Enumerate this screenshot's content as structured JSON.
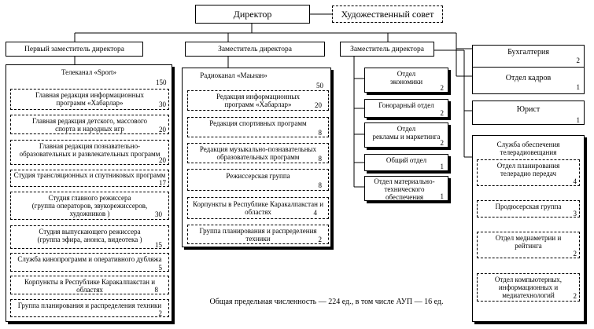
{
  "director": "Директор",
  "art_council": "Художественный совет",
  "deputies": {
    "first": "Первый заместитель директора",
    "second": "Заместитель директора",
    "third": "Заместитель директора"
  },
  "tv": {
    "name": "Телеканал «Sport»",
    "total": "150",
    "units": [
      {
        "name": "Главная редакция информационных\nпрограмм «Хабарлар»",
        "count": "30"
      },
      {
        "name": "Главная редакция детского, массового\nспорта и народных игр",
        "count": "20"
      },
      {
        "name": "Главная редакция познавательно-\nобразовательных и развлекательных программ",
        "count": "20"
      },
      {
        "name": "Студия трансляционных и спутниковых программ",
        "count": "17"
      },
      {
        "name": "Студия главного режиссера\n(группа операторов, звукорежиссеров,\nхудожников )",
        "count": "30"
      },
      {
        "name": "Студия выпускающего режиссера\n(группа эфира, анонса, видеотека )",
        "count": "15"
      },
      {
        "name": "Служба кинопрограмм и оперативного дубляжа",
        "count": "5"
      },
      {
        "name": "Корпункты в Республике Каракалпакстан и\nобластях",
        "count": "8"
      },
      {
        "name": "Группа планирования и распределения техники",
        "count": "2"
      }
    ]
  },
  "radio": {
    "name": "Радиоканал «Маьнан»",
    "total": "50",
    "units": [
      {
        "name": "Редакция информационных\nпрограмм «Хабарлар»",
        "count": "20"
      },
      {
        "name": "Редакция спортивных программ",
        "count": "8"
      },
      {
        "name": "Редакция музыкально-познавательных\nобразовательных программ",
        "count": "8"
      },
      {
        "name": "Режиссерская группа",
        "count": "8"
      },
      {
        "name": "Корпункты в Республике Каракалпакстан и\nобластях",
        "count": "4"
      },
      {
        "name": "Группа планирования и распределения\nтехники",
        "count": "2"
      }
    ]
  },
  "depts": [
    {
      "name": "Отдел\nэкономики",
      "count": "2"
    },
    {
      "name": "Гонорарный отдел",
      "count": "2"
    },
    {
      "name": "Отдел\nрекламы и маркетинга",
      "count": "2"
    },
    {
      "name": "Общий отдел",
      "count": "1"
    },
    {
      "name": "Отдел материально-\nтехнического\nобеспечения",
      "count": "1"
    }
  ],
  "accounting": {
    "name": "Бухгалтерия",
    "count": "2"
  },
  "hr": {
    "name": "Отдел кадров",
    "count": "1"
  },
  "lawyer": {
    "name": "Юрист",
    "count": "1"
  },
  "support": {
    "name": "Служба обеспечения\nтелерадиовещания",
    "units": [
      {
        "name": "Отдел планирования\nтелерадио передач",
        "count": "4"
      },
      {
        "name": "Продюсерская группа",
        "count": "3"
      },
      {
        "name": "Отдел медиаметрии и\nрейтинга",
        "count": "2"
      },
      {
        "name": "Отдел компьютерных,\nинформационных и\nмедиатехнологий",
        "count": "2"
      }
    ]
  },
  "footer": "Общая предельная численность — 224 ед., в том числе АУП — 16 ед."
}
